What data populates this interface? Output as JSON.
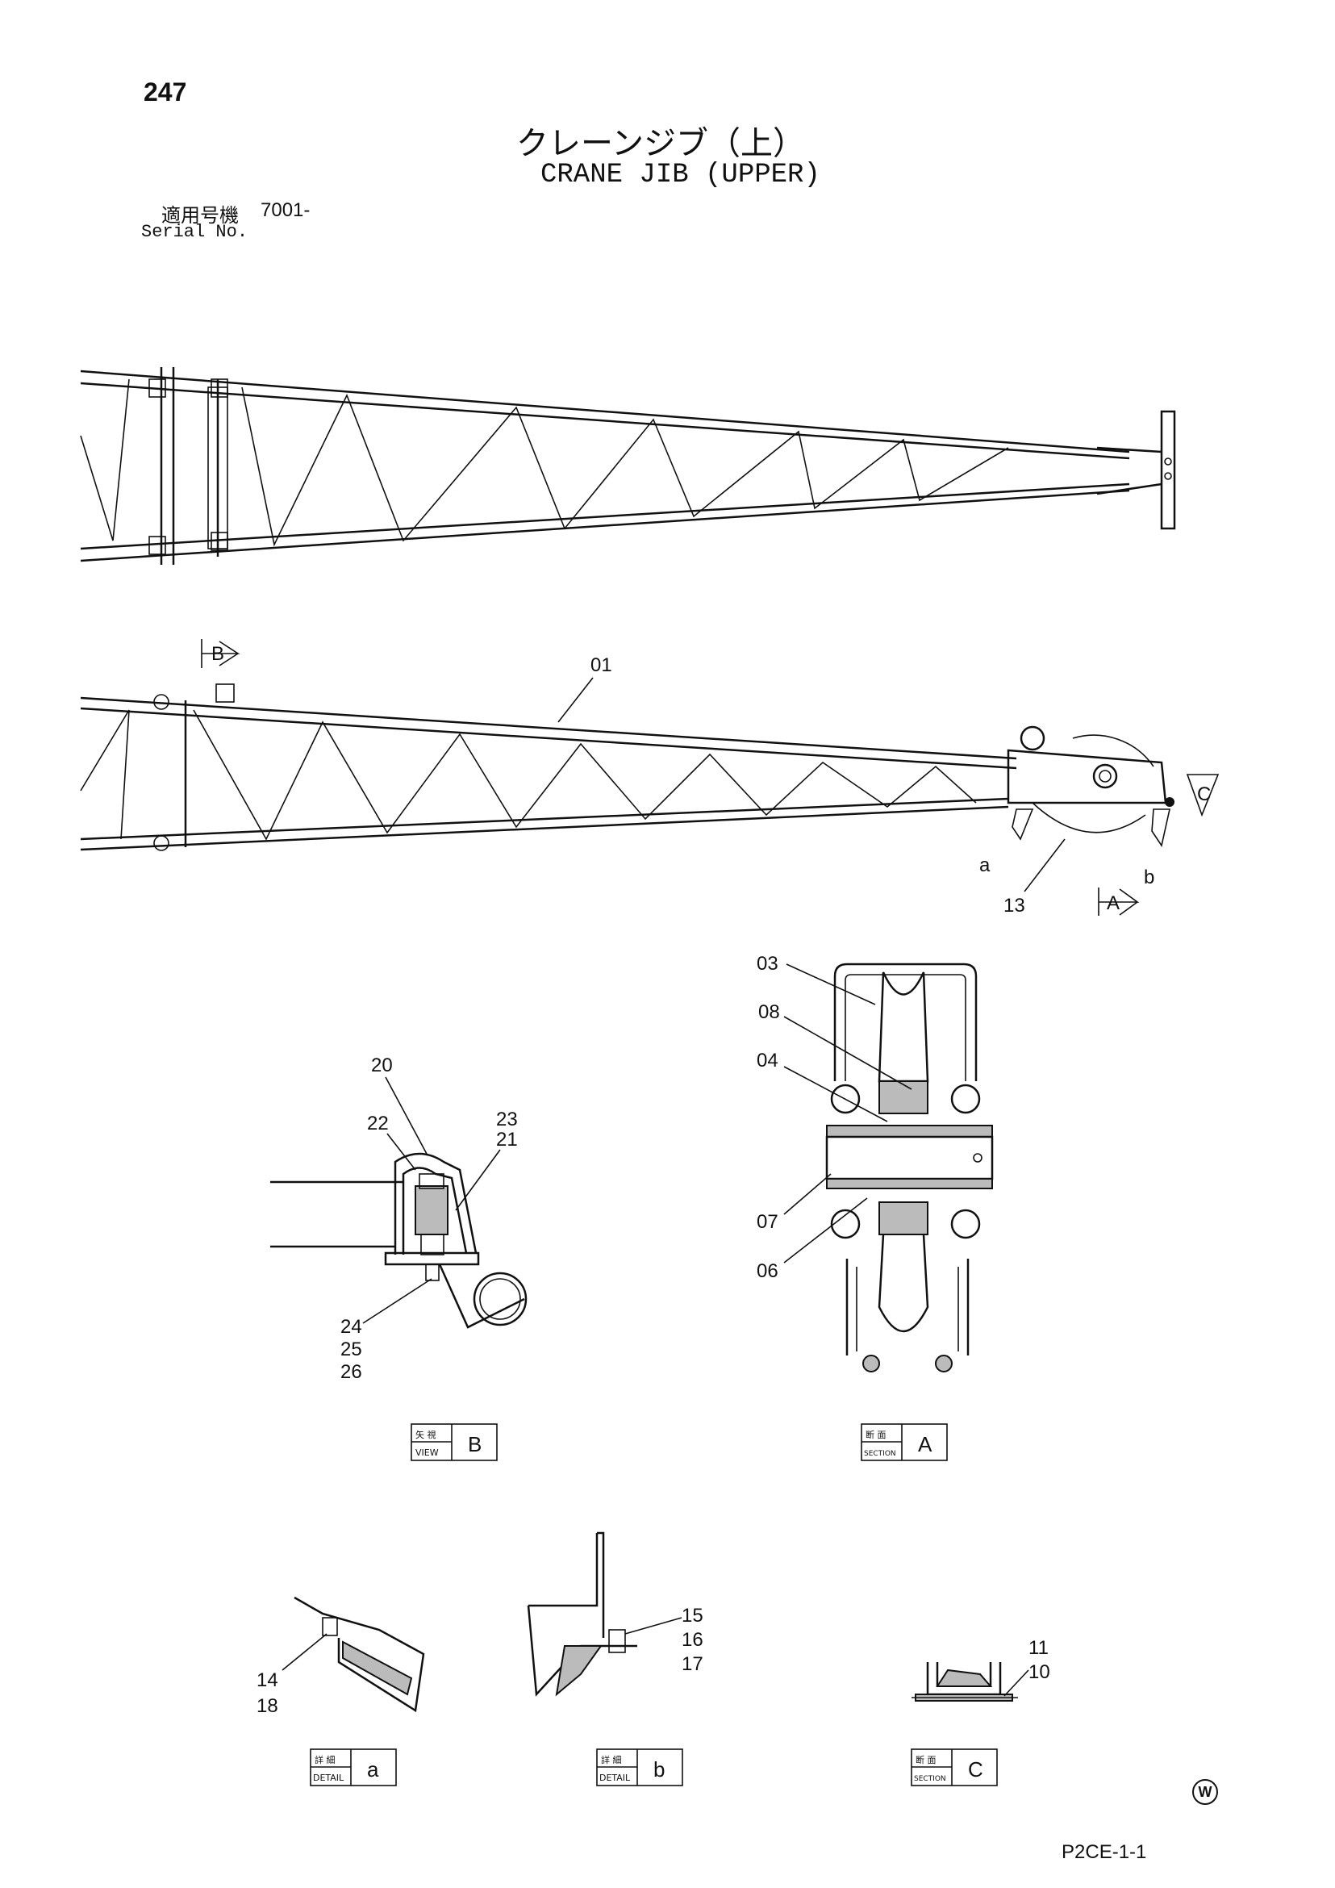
{
  "header": {
    "page_number": "247",
    "title_jp": "クレーンジブ（上）",
    "title_en": "CRANE JIB (UPPER)",
    "serial_label_jp": "適用号機",
    "serial_value": "7001-",
    "serial_label_en": "Serial No."
  },
  "part_labels": {
    "p01": "01",
    "p03": "03",
    "p04": "04",
    "p06": "06",
    "p07": "07",
    "p08": "08",
    "p10": "10",
    "p11": "11",
    "p13": "13",
    "p14": "14",
    "p15": "15",
    "p16": "16",
    "p17": "17",
    "p18": "18",
    "p20": "20",
    "p21": "21",
    "p22": "22",
    "p23": "23",
    "p24": "24",
    "p25": "25",
    "p26": "26"
  },
  "callouts": {
    "detail_a": "a",
    "detail_b": "b",
    "view_b_arrow": "B",
    "section_a_arrow": "A",
    "section_c_arrow": "C"
  },
  "captions": {
    "view_b": {
      "jp": "矢 視",
      "en": "VIEW",
      "letter": "B"
    },
    "section_a": {
      "jp": "断 面",
      "en": "SECTION",
      "letter": "A"
    },
    "detail_a": {
      "jp": "詳 細",
      "en": "DETAIL",
      "letter": "a"
    },
    "detail_b": {
      "jp": "詳 細",
      "en": "DETAIL",
      "letter": "b"
    },
    "section_c": {
      "jp": "断 面",
      "en": "SECTION",
      "letter": "C"
    }
  },
  "footer": {
    "code": "P2CE-1-1",
    "mark": "W"
  }
}
